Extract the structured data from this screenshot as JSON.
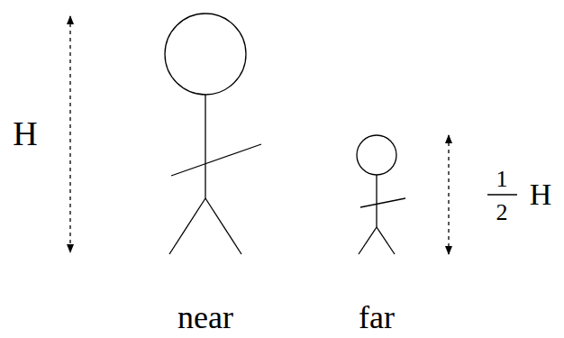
{
  "diagram": {
    "labels": [
      "H",
      "1",
      "2",
      "H",
      "near",
      "far"
    ]
  }
}
